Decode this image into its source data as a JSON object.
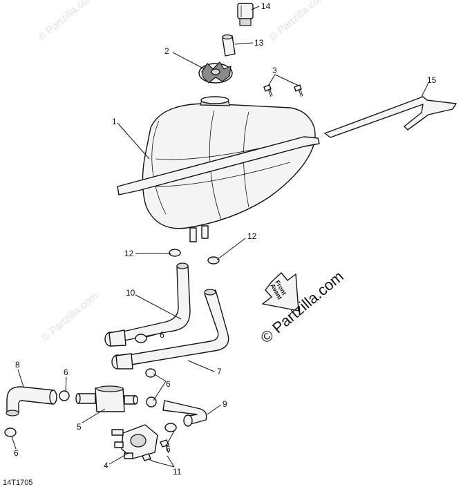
{
  "diagram": {
    "drawing_code": "14T1705",
    "direction_arrow": {
      "line1": "Front",
      "line2": "Avant"
    },
    "watermark_main": "© Partzilla.com",
    "watermark_faint": "© Partzilla.com",
    "callouts": {
      "c1": "1",
      "c2": "2",
      "c3": "3",
      "c4": "4",
      "c5": "5",
      "c6a": "6",
      "c6b": "6",
      "c6c": "6",
      "c6d": "6",
      "c6e": "6",
      "c7": "7",
      "c8": "8",
      "c9": "9",
      "c10": "10",
      "c11": "11",
      "c12a": "12",
      "c12b": "12",
      "c13": "13",
      "c14": "14",
      "c15": "15"
    }
  }
}
